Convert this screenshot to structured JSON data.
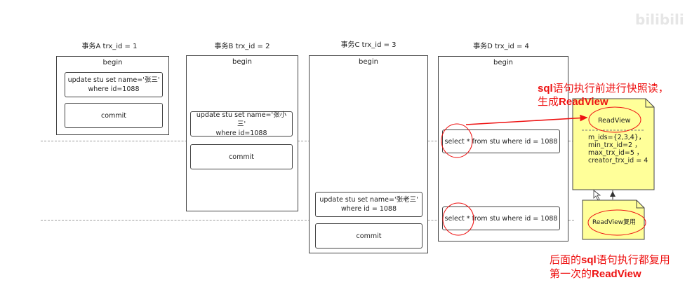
{
  "transactions": [
    {
      "title": "事务A trx_id = 1",
      "begin": "begin",
      "update_line1": "update stu set name='张三'",
      "update_line2": "where id=1088",
      "commit": "commit"
    },
    {
      "title": "事务B trx_id = 2",
      "begin": "begin",
      "update_line1": "update stu set name='张小三'",
      "update_line2": "where id=1088",
      "commit": "commit"
    },
    {
      "title": "事务C trx_id = 3",
      "begin": "begin",
      "update_line1": "update stu set name='张老三'",
      "update_line2": "where id = 1088",
      "commit": "commit"
    },
    {
      "title": "事务D trx_id = 4",
      "begin": "begin",
      "select1": "select * from stu where id = 1088",
      "select2": "select * from stu where id = 1088"
    }
  ],
  "readview_note": {
    "title": "ReadView",
    "m_ids": "m_ids={2,3,4}，",
    "min_trx_id": "min_trx_id=2 ，",
    "max_trx_id": "max_trx_id=5 ，",
    "creator_trx_id": "creator_trx_id = 4"
  },
  "reuse_note": {
    "label": "ReadView复用"
  },
  "annotations": {
    "top_line1_sql": "sql",
    "top_line1_rest": "语句执行前进行快照读，",
    "top_line2_prefix": "生成",
    "top_line2_rv": "ReadView",
    "bottom_line1_prefix": "后面的",
    "bottom_line1_sql": "sql",
    "bottom_line1_rest": "语句执行都复用",
    "bottom_line2_prefix": "第一次的",
    "bottom_line2_rv": "ReadView"
  },
  "watermark": "bilibili",
  "colors": {
    "red": "#ee1111",
    "note_fill": "#ffff99",
    "border": "#444444"
  }
}
